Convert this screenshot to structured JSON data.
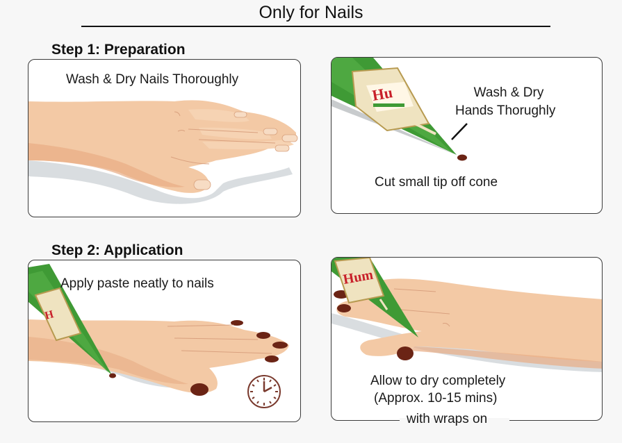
{
  "header": {
    "title": "Only for Nails"
  },
  "steps": [
    {
      "heading": "Step 1: Preparation",
      "panels": [
        {
          "id": "wash-nails",
          "caption": "Wash & Dry Nails Thoroughly",
          "illustration": "hand-flat-clean-nails-icon"
        },
        {
          "id": "cut-cone",
          "caption_top_line1": "Wash & Dry",
          "caption_top_line2": "Hands Thorughly",
          "caption_bottom": "Cut small tip off cone",
          "illustration": "henna-cone-icon"
        }
      ]
    },
    {
      "heading": "Step 2: Application",
      "panels": [
        {
          "id": "apply-paste",
          "caption": "Apply paste neatly to nails",
          "illustration": "hand-with-cone-icon",
          "timer_icon": "clock-icon"
        },
        {
          "id": "allow-dry",
          "caption_line1": "Allow to dry completely",
          "caption_line2": "(Approx. 10-15 mins)",
          "footer_label": "with wraps on",
          "illustration": "hand-painted-nails-icon"
        }
      ]
    }
  ],
  "colors": {
    "skin": "#f3c9a5",
    "skin_shadow": "#e8ad85",
    "cone_green": "#3f9a35",
    "henna_brown": "#6b2415",
    "border": "#3a3a3a",
    "background": "#f7f7f7"
  }
}
